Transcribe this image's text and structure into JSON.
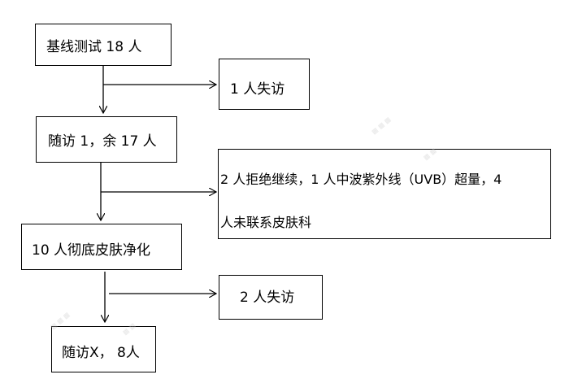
{
  "boxes": {
    "baseline": "基线测试 18 人",
    "loss1": "1 人失访",
    "visit1": "随访 1，余 17 人",
    "exclusion_line1": "2 人拒绝继续，1 人中波紫外线（UVB）超量，4",
    "exclusion_line2": "人未联系皮肤科",
    "cleared": "10 人彻底皮肤净化",
    "loss2": "2 人失访",
    "visitX": "随访X， 8人"
  }
}
